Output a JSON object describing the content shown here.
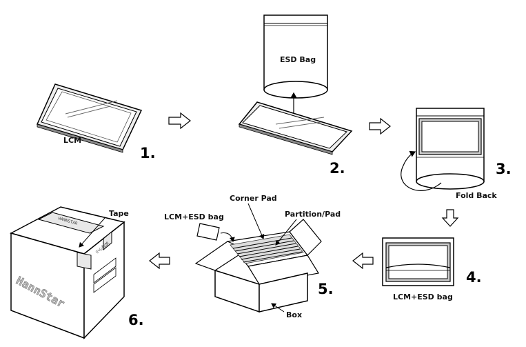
{
  "labels": {
    "lcm": "LCM",
    "esd_bag": "ESD Bag",
    "fold_back": "Fold Back",
    "lcm_esd_bag_step4": "LCM+ESD bag",
    "lcm_esd_bag_step5": "LCM+ESD bag",
    "corner_pad": "Corner Pad",
    "partition_pad": "Partition/Pad",
    "box": "Box",
    "tape": "Tape"
  },
  "steps": [
    "1.",
    "2.",
    "3.",
    "4.",
    "5.",
    "6."
  ],
  "box_print": {
    "brand": "HannStar",
    "tape_text": "HANNSTAR",
    "fragile": "小心輕放"
  }
}
